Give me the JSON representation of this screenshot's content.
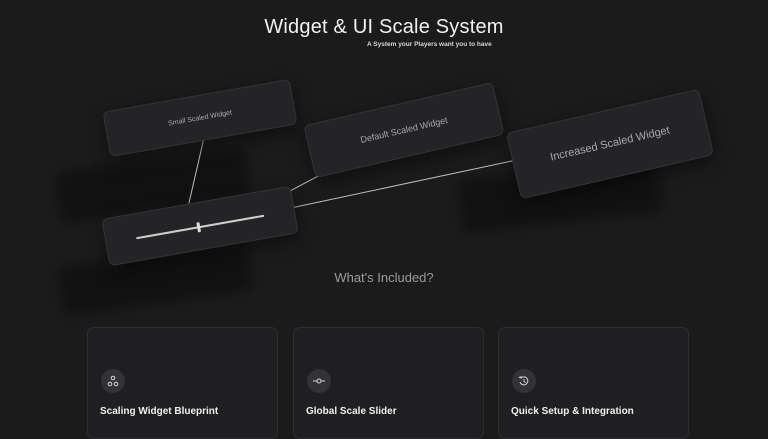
{
  "header": {
    "title": "Widget & UI Scale System",
    "subtitle": "A System your Players want you to have"
  },
  "diagram": {
    "small_widget": "Small Scaled Widget",
    "default_widget": "Default Scaled Widget",
    "increased_widget": "Increased Scaled Widget"
  },
  "included": {
    "title": "What's Included?",
    "items": [
      {
        "label": "Scaling Widget Blueprint",
        "icon": "nodes-icon"
      },
      {
        "label": "Global Scale Slider",
        "icon": "slider-icon"
      },
      {
        "label": "Quick Setup & Integration",
        "icon": "history-icon"
      }
    ]
  }
}
